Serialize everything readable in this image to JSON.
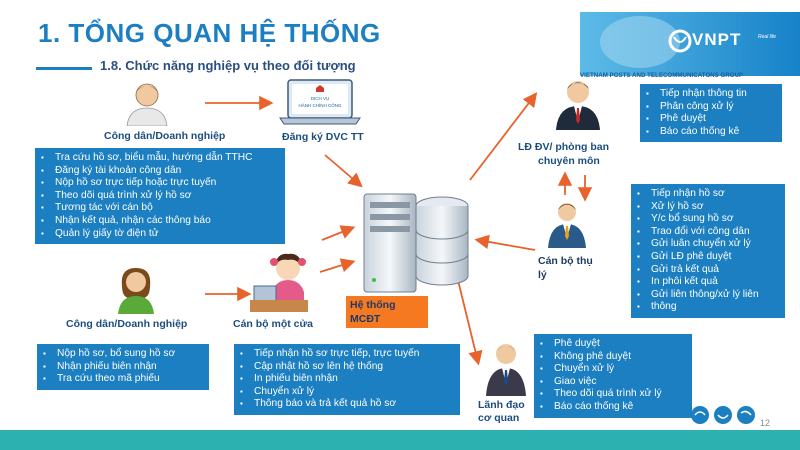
{
  "header": {
    "title": "1. TỔNG QUAN HỆ THỐNG",
    "subtitle": "1.8. Chức năng nghiệp vụ theo đối tượng"
  },
  "logo": {
    "brand": "VNPT",
    "tagline": "Real life",
    "group": "VIETNAM POSTS AND TELECOMMUNICATONS GROUP"
  },
  "nodes": {
    "citizen_top": {
      "label": "Công dân/Doanh nghiệp"
    },
    "dvc": {
      "label": "Đăng ký DVC TT",
      "screen_line1": "DỊCH VỤ",
      "screen_line2": "HÀNH CHÍNH CÔNG"
    },
    "ld_dv": {
      "label_line1": "LĐ ĐV/ phòng ban",
      "label_line2": "chuyên môn"
    },
    "system": {
      "label_line1": "Hệ thống",
      "label_line2": "MCĐT"
    },
    "citizen_bottom": {
      "label": "Công dân/Doanh nghiệp"
    },
    "one_door": {
      "label": "Cán bộ một cửa"
    },
    "officer": {
      "label_line1": "Cán bộ thụ",
      "label_line2": "lý"
    },
    "leader": {
      "label_line1": "Lãnh đạo",
      "label_line2": "cơ quan"
    }
  },
  "boxes": {
    "citizen_top": [
      "Tra cứu hồ sơ, biểu mẫu, hướng dẫn TTHC",
      "Đăng ký tài khoản công dân",
      "Nộp hồ sơ trực tiếp hoặc trực tuyến",
      "Theo dõi quá trình xử lý hồ sơ",
      "Tương tác với cán bộ",
      "Nhận kết quả, nhận các thông báo",
      "Quản lý giấy tờ điện tử"
    ],
    "ld_dv": [
      "Tiếp nhận thông tin",
      "Phân công xử lý",
      "Phê duyệt",
      "Báo cáo thống kê"
    ],
    "officer": [
      "Tiếp nhận hồ sơ",
      "Xử lý hồ sơ",
      "Y/c bổ sung hồ sơ",
      "Trao đổi với công dân",
      "Gửi luân chuyển xử lý",
      "Gửi LĐ phê duyệt",
      "Gửi trả kết quả",
      "In phôi kết quả",
      "Gửi liên thông/xử lý liên",
      "thông"
    ],
    "citizen_bottom": [
      "Nộp hồ sơ, bổ sung hồ sơ",
      "Nhận phiếu biên nhận",
      "Tra cứu theo mã phiếu"
    ],
    "one_door": [
      "Tiếp nhận hồ sơ trực tiếp, trực tuyến",
      "Cập nhật hồ sơ lên hệ thống",
      "In phiếu biên nhận",
      "Chuyển xử lý",
      "Thông báo và trả kết quả hồ sơ"
    ],
    "leader": [
      "Phê duyệt",
      "Không phê duyệt",
      "Chuyển xử lý",
      "Giao việc",
      "Theo dõi quá trình xử lý",
      "Báo cáo thống kê"
    ]
  },
  "footer": {
    "page": "12"
  },
  "colors": {
    "accent": "#1b7fc1",
    "arrow": "#e8622c",
    "footer": "#2cb0b0"
  }
}
